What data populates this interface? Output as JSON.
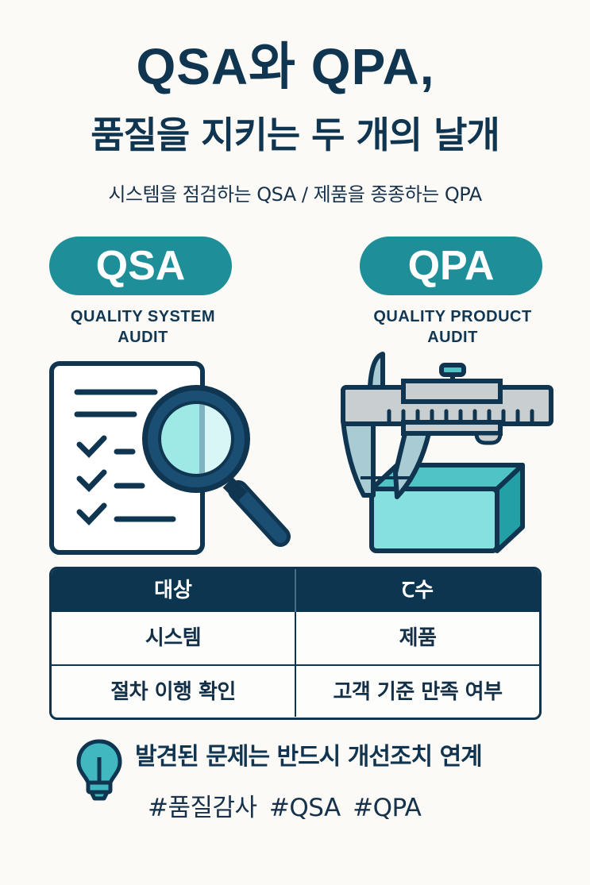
{
  "header": {
    "title_line1": "QSA와 QPA,",
    "title_line2": "품질을 지키는 두 개의 날개",
    "subtitle": "시스템을 점검하는 QSA /  제품을 종종하는 QPA"
  },
  "cards": [
    {
      "badge": "QSA",
      "full_name_line1": "QUALITY SYSTEM",
      "full_name_line2": "AUDIT",
      "icon": "checklist-magnifier-icon"
    },
    {
      "badge": "QPA",
      "full_name_line1": "QUALITY PRODUCT",
      "full_name_line2": "AUDIT",
      "icon": "caliper-box-icon"
    }
  ],
  "table": {
    "headers": [
      "대상",
      "Ꞇ수"
    ],
    "rows": [
      [
        "시스템",
        "제품"
      ],
      [
        "절차 이행 확인",
        "고객 기준 만족 여부"
      ]
    ]
  },
  "tip": {
    "icon": "lightbulb-icon",
    "text": "발견된 문제는 반드시 개선조치 연계"
  },
  "tags": "#품질감사  #QSA  #QPA",
  "colors": {
    "background": "#fbfaf6",
    "navy": "#0f3550",
    "teal": "#1e8f99",
    "light_teal": "#8fe0e0"
  }
}
